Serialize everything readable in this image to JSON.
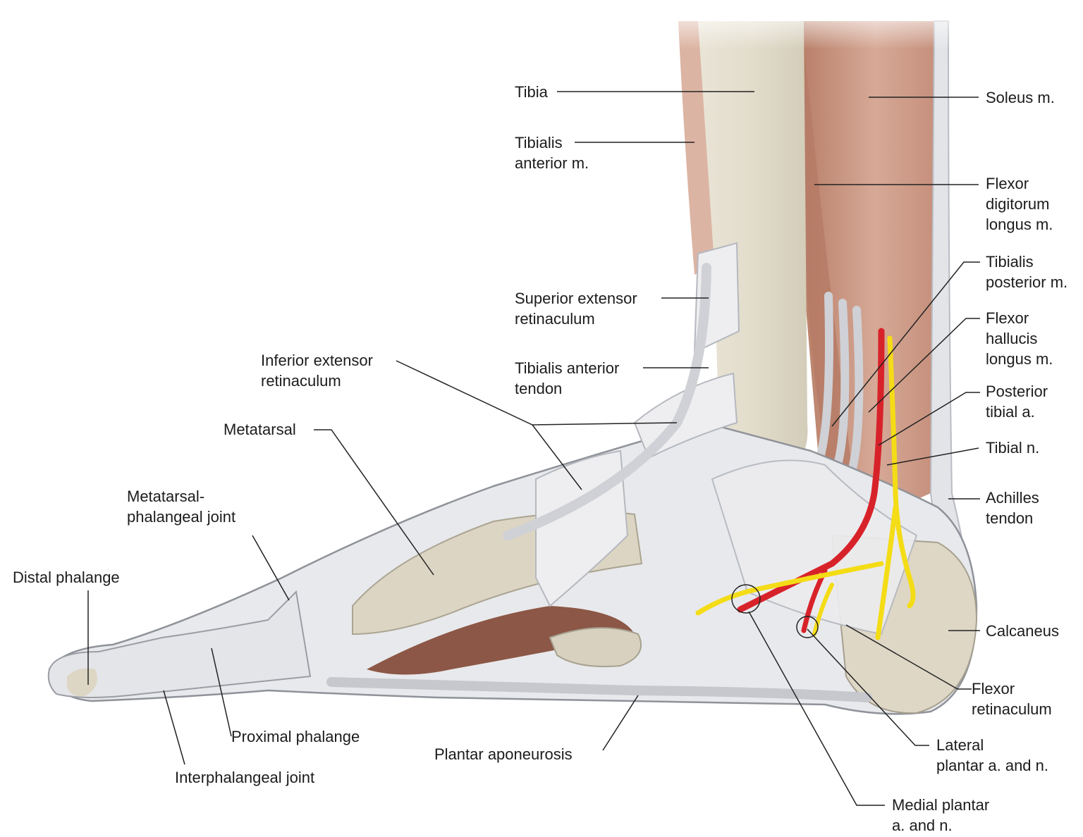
{
  "figure": {
    "colors": {
      "muscle": "#c99a86",
      "muscle_dark": "#8a4f3c",
      "bone": "#ddd6c4",
      "ligament": "#e6e7ea",
      "tendon": "#d4d6db",
      "artery": "#d8222a",
      "nerve": "#f4dc16",
      "leader": "#222222"
    },
    "labels": [
      {
        "id": "tibia",
        "lines": [
          "Tibia"
        ]
      },
      {
        "id": "tibialis_anterior_m",
        "lines": [
          "Tibialis",
          "anterior m."
        ]
      },
      {
        "id": "soleus_m",
        "lines": [
          "Soleus m."
        ]
      },
      {
        "id": "flexor_digitorum_longus_m",
        "lines": [
          "Flexor",
          "digitorum",
          "longus m."
        ]
      },
      {
        "id": "tibialis_posterior_m",
        "lines": [
          "Tibialis",
          "posterior m."
        ]
      },
      {
        "id": "flexor_hallucis_longus_m",
        "lines": [
          "Flexor",
          "hallucis",
          "longus m."
        ]
      },
      {
        "id": "posterior_tibial_a",
        "lines": [
          "Posterior",
          "tibial a."
        ]
      },
      {
        "id": "tibial_n",
        "lines": [
          "Tibial n."
        ]
      },
      {
        "id": "achilles_tendon",
        "lines": [
          "Achilles",
          "tendon"
        ]
      },
      {
        "id": "calcaneus",
        "lines": [
          "Calcaneus"
        ]
      },
      {
        "id": "flexor_retinaculum",
        "lines": [
          "Flexor",
          "retinaculum"
        ]
      },
      {
        "id": "lateral_plantar",
        "lines": [
          "Lateral",
          "plantar a. and n."
        ]
      },
      {
        "id": "medial_plantar",
        "lines": [
          "Medial plantar",
          "a. and n."
        ]
      },
      {
        "id": "superior_extensor_retinaculum",
        "lines": [
          "Superior extensor",
          "retinaculum"
        ]
      },
      {
        "id": "tibialis_anterior_tendon",
        "lines": [
          "Tibialis anterior",
          "tendon"
        ]
      },
      {
        "id": "inferior_extensor_retinaculum",
        "lines": [
          "Inferior extensor",
          "retinaculum"
        ]
      },
      {
        "id": "metatarsal",
        "lines": [
          "Metatarsal"
        ]
      },
      {
        "id": "metatarsal_phalangeal_joint",
        "lines": [
          "Metatarsal-",
          "phalangeal joint"
        ]
      },
      {
        "id": "distal_phalange",
        "lines": [
          "Distal phalange"
        ]
      },
      {
        "id": "proximal_phalange",
        "lines": [
          "Proximal phalange"
        ]
      },
      {
        "id": "interphalangeal_joint",
        "lines": [
          "Interphalangeal joint"
        ]
      },
      {
        "id": "plantar_aponeurosis",
        "lines": [
          "Plantar aponeurosis"
        ]
      }
    ]
  }
}
